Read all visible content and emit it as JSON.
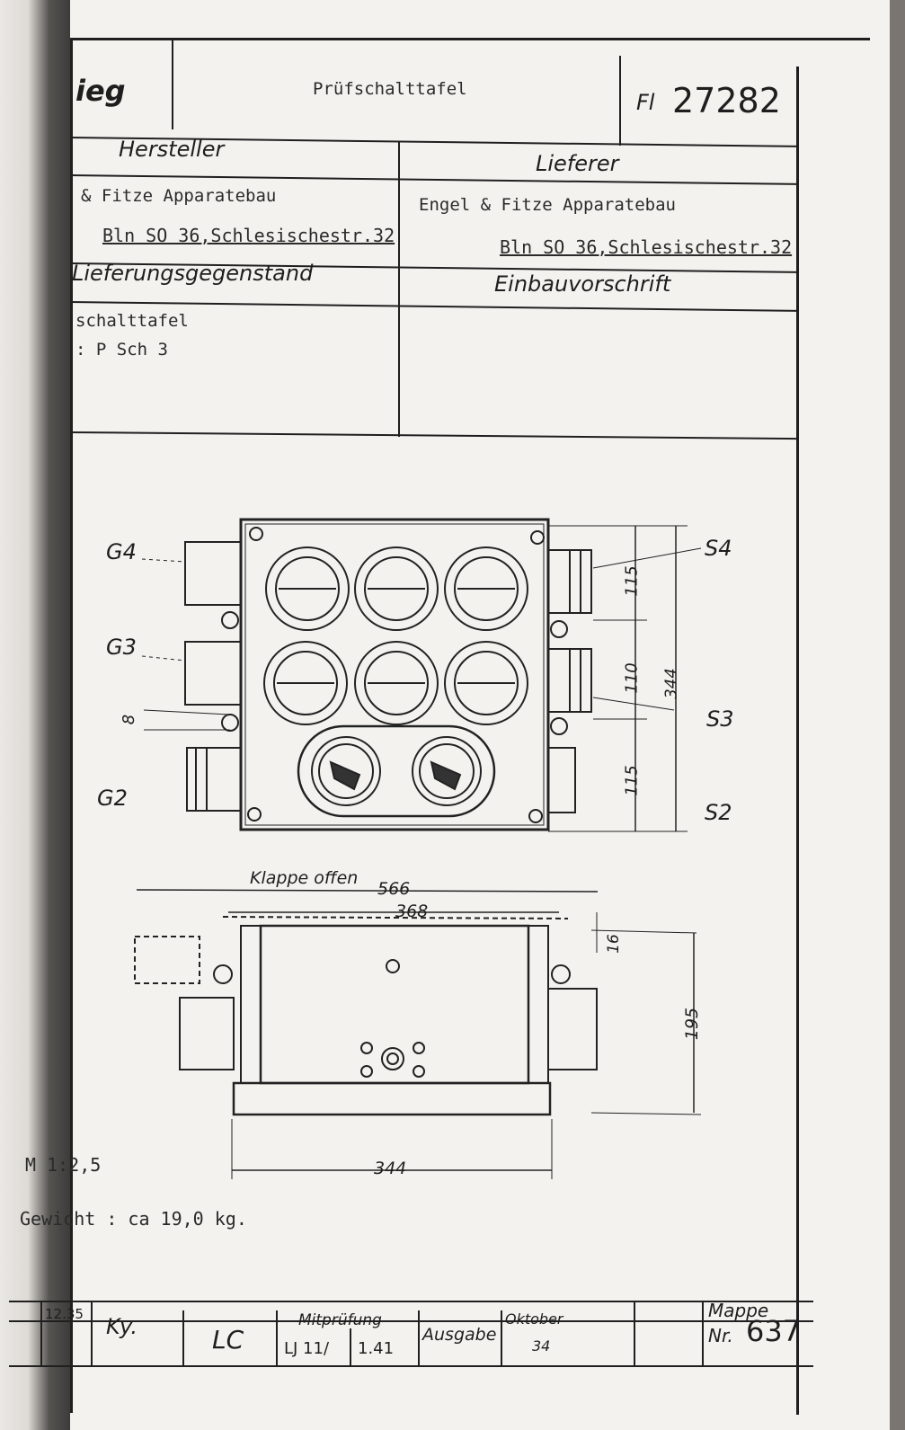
{
  "header": {
    "logo_fragment": "ieg",
    "title": "Prüfschalttafel",
    "doc_number_prefix": "Fl",
    "doc_number": "27282"
  },
  "hersteller": {
    "label": "Hersteller",
    "company": "& Fitze  Apparatebau",
    "address": "Bln SO 36,Schlesischestr.32"
  },
  "lieferer": {
    "label": "Lieferer",
    "company": "Engel & Fitze  Apparatebau",
    "address": "Bln SO 36,Schlesischestr.32"
  },
  "lieferungsgegenstand": {
    "label": "Lieferungsgegenstand",
    "line1": "schalttafel",
    "line2": ": P Sch 3"
  },
  "einbauvorschrift": {
    "label": "Einbauvorschrift"
  },
  "drawing": {
    "labels_left": [
      "G4",
      "G3",
      "8",
      "G2"
    ],
    "labels_right": [
      "S4",
      "S3",
      "S2"
    ],
    "dim_115_top": "115",
    "dim_110": "110",
    "dim_344_vertical": "344",
    "dim_115_bottom": "115",
    "klappe_offen": "Klappe offen",
    "dim_566": "566",
    "dim_368": "368",
    "dim_16": "16",
    "dim_195": "195",
    "dim_344_bottom": "344"
  },
  "scale": "M 1:2,5",
  "weight": "Gewicht :  ca 19,0 kg.",
  "footer": {
    "date": "12.35",
    "sign1": "Ky.",
    "initials": "LC",
    "mitpruefung_label": "Mitprüfung",
    "mitpruefung_1": "LJ 11/",
    "mitpruefung_2": "1.41",
    "ausgabe_label": "Ausgabe",
    "ausgabe_sign": "Oktober",
    "ausgabe_num": "34",
    "mappe_label": "Mappe",
    "mappe_nr_label": "Nr.",
    "mappe_nr": "637"
  }
}
